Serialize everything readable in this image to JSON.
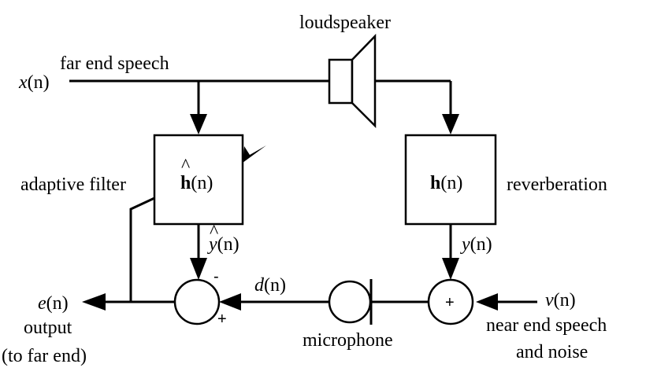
{
  "labels": {
    "loudspeaker": "loudspeaker",
    "x_signal": "x",
    "n_arg": "(n)",
    "far_end_speech": "far end speech",
    "adaptive_filter": "adaptive filter",
    "h_hat": "h",
    "hat_mark": "^",
    "h": "h",
    "reverberation": "reverberation",
    "y_hat": "y",
    "y": "y",
    "minus": "-",
    "plus": "+",
    "d_signal": "d",
    "e_signal": "e",
    "output": "output",
    "to_far_end": "(to far end)",
    "microphone": "microphone",
    "v_signal": "v",
    "near_end_speech": "near end speech",
    "and_noise": "and noise"
  }
}
